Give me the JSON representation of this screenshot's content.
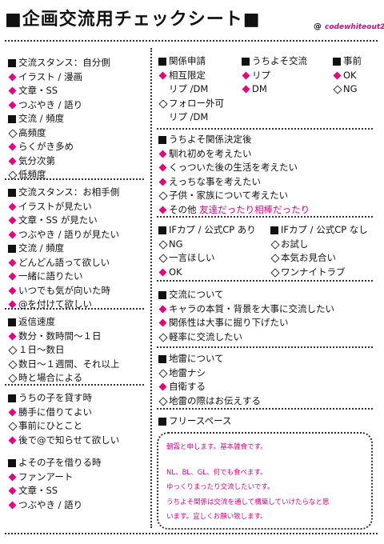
{
  "title": "■企画交流用チェックシート■",
  "handle": {
    "at": "@",
    "name": "codewhiteout2"
  },
  "colors": {
    "accent": "#e6007e",
    "text": "#111111"
  },
  "left1": {
    "h1": "交流スタンス：自分側",
    "items1": [
      {
        "m": "dia",
        "t": "イラスト / 漫画"
      },
      {
        "m": "dia",
        "t": "文章・SS"
      },
      {
        "m": "dia",
        "t": "つぶやき / 語り"
      }
    ],
    "h2": "交流 / 頻度",
    "items2": [
      {
        "m": "odia",
        "t": "高頻度"
      },
      {
        "m": "dia",
        "t": "らくがき多め"
      },
      {
        "m": "dia",
        "t": "気分次第"
      },
      {
        "m": "odia",
        "t": "低頻度"
      }
    ]
  },
  "left2": {
    "h1": "交流スタンス：お相手側",
    "items1": [
      {
        "m": "dia",
        "t": "イラストが見たい"
      },
      {
        "m": "dia",
        "t": "文章・SS が見たい"
      },
      {
        "m": "dia",
        "t": "つぶやき / 語りが見たい"
      }
    ],
    "h2": "交流 / 頻度",
    "items2": [
      {
        "m": "dia",
        "t": "どんどん語って欲しい"
      },
      {
        "m": "dia",
        "t": "一緒に語りたい"
      },
      {
        "m": "dia",
        "t": "いつでも気が向いた時"
      },
      {
        "m": "dia",
        "t": "@を付けて欲しい"
      }
    ]
  },
  "left3": {
    "h": "返信速度",
    "items": [
      {
        "m": "dia",
        "t": "数分・数時間～１日"
      },
      {
        "m": "odia",
        "t": "１日～数日"
      },
      {
        "m": "odia",
        "t": "数日～１週間、それ以上"
      },
      {
        "m": "odia",
        "t": "時と場合による"
      }
    ]
  },
  "left4": {
    "h": "うちの子を貸す時",
    "items": [
      {
        "m": "dia",
        "t": "勝手に借りてよい"
      },
      {
        "m": "odia",
        "t": "事前にひとこと"
      },
      {
        "m": "dia",
        "t": "後で@で知らせて欲しい"
      }
    ]
  },
  "left5": {
    "h": "よその子を借りる時",
    "items": [
      {
        "m": "dia",
        "t": "ファンアート"
      },
      {
        "m": "dia",
        "t": "文章・SS"
      },
      {
        "m": "dia",
        "t": "つぶやき / 語り"
      }
    ]
  },
  "rel": {
    "h": "関係申請",
    "a1": "相互限定",
    "a2": "リプ /DM",
    "b1": "フォロー外可",
    "b2": "リプ /DM"
  },
  "uchiyoso": {
    "h": "うちよそ交流",
    "i1": "リプ",
    "i2": "DM"
  },
  "jizen": {
    "h": "事前",
    "i1": "OK",
    "i2": "NG"
  },
  "kettei": {
    "h": "うちよそ関係決定後",
    "items": [
      {
        "m": "dia",
        "t": "馴れ初めを考えたい"
      },
      {
        "m": "dia",
        "t": "くっついた後の生活を考えたい"
      },
      {
        "m": "dia",
        "t": "えっちな事を考えたい"
      },
      {
        "m": "odia",
        "t": "子供・家族について考えたい"
      }
    ],
    "other": "その他",
    "other_note": "友達だったり相棒だったり"
  },
  "ifa": {
    "h": "IFカプ / 公式CP あり",
    "items": [
      {
        "m": "odia",
        "t": "NG"
      },
      {
        "m": "odia",
        "t": "一言ほしい"
      },
      {
        "m": "dia",
        "t": "OK"
      }
    ]
  },
  "ifb": {
    "h": "IFカプ / 公式CP なし",
    "items": [
      {
        "m": "odia",
        "t": "お試し"
      },
      {
        "m": "odia",
        "t": "本気お見合い"
      },
      {
        "m": "odia",
        "t": "ワンナイトラブ"
      }
    ]
  },
  "koryu": {
    "h": "交流について",
    "items": [
      {
        "m": "dia",
        "t": "キャラの本質・背景を大事に交流したい"
      },
      {
        "m": "dia",
        "t": "関係性は大事に掘り下げたい"
      },
      {
        "m": "odia",
        "t": "軽率に交流したい"
      }
    ]
  },
  "jirai": {
    "h": "地雷について",
    "items": [
      {
        "m": "odia",
        "t": "地雷ナシ"
      },
      {
        "m": "dia",
        "t": "自衛する"
      },
      {
        "m": "odia",
        "t": "地雷の際はお伝えする"
      }
    ]
  },
  "free": {
    "h": "フリースペース",
    "l1": "朝霧と申します。基本雑食です。",
    "l2": "NL、BL、GL、何でも食べます。",
    "l3": "ゆっくりまったり交流したいです。",
    "l4": "うちよそ関係は交流を通して構築していけたらなと思",
    "l5": "います。宜しくお願い致します。"
  }
}
